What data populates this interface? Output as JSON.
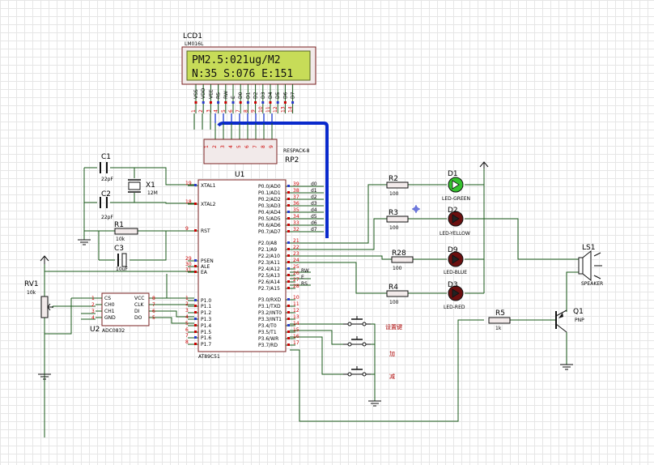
{
  "lcd": {
    "ref": "LCD1",
    "model": "LM016L",
    "line1": "PM2.5:021ug/M2",
    "line2": "N:35 S:076 E:151",
    "pins": [
      "VSS",
      "VDD",
      "VEE",
      "RS",
      "RW",
      "E",
      "D0",
      "D1",
      "D2",
      "D3",
      "D4",
      "D5",
      "D6",
      "D7"
    ],
    "pin_numbers": [
      "1",
      "2",
      "3",
      "4",
      "5",
      "6",
      "7",
      "8",
      "9",
      "10",
      "11",
      "12",
      "13",
      "14"
    ]
  },
  "respack": {
    "ref": "RP2",
    "model": "RESPACK-8",
    "pin_nums": [
      "1",
      "2",
      "3",
      "4",
      "5",
      "6",
      "7",
      "8",
      "9"
    ]
  },
  "mcu": {
    "ref": "U1",
    "model": "AT89C51",
    "left_pins": [
      {
        "num": "19",
        "name": "XTAL1"
      },
      {
        "num": "18",
        "name": "XTAL2"
      },
      {
        "num": "9",
        "name": "RST"
      },
      {
        "num": "29",
        "name": "PSEN"
      },
      {
        "num": "30",
        "name": "ALE"
      },
      {
        "num": "31",
        "name": "EA"
      },
      {
        "num": "1",
        "name": "P1.0"
      },
      {
        "num": "2",
        "name": "P1.1"
      },
      {
        "num": "3",
        "name": "P1.2"
      },
      {
        "num": "4",
        "name": "P1.3"
      },
      {
        "num": "5",
        "name": "P1.4"
      },
      {
        "num": "6",
        "name": "P1.5"
      },
      {
        "num": "7",
        "name": "P1.6"
      },
      {
        "num": "8",
        "name": "P1.7"
      }
    ],
    "right_pins": [
      {
        "num": "39",
        "name": "P0.0/AD0"
      },
      {
        "num": "38",
        "name": "P0.1/AD1"
      },
      {
        "num": "37",
        "name": "P0.2/AD2"
      },
      {
        "num": "36",
        "name": "P0.3/AD3"
      },
      {
        "num": "35",
        "name": "P0.4/AD4"
      },
      {
        "num": "34",
        "name": "P0.5/AD5"
      },
      {
        "num": "33",
        "name": "P0.6/AD6"
      },
      {
        "num": "32",
        "name": "P0.7/AD7"
      },
      {
        "num": "21",
        "name": "P2.0/A8"
      },
      {
        "num": "22",
        "name": "P2.1/A9"
      },
      {
        "num": "23",
        "name": "P2.2/A10"
      },
      {
        "num": "24",
        "name": "P2.3/A11"
      },
      {
        "num": "25",
        "name": "P2.4/A12"
      },
      {
        "num": "26",
        "name": "P2.5/A13"
      },
      {
        "num": "27",
        "name": "P2.6/A14"
      },
      {
        "num": "28",
        "name": "P2.7/A15"
      },
      {
        "num": "10",
        "name": "P3.0/RXD"
      },
      {
        "num": "11",
        "name": "P3.1/TXD"
      },
      {
        "num": "12",
        "name": "P3.2/INT0"
      },
      {
        "num": "13",
        "name": "P3.3/INT1"
      },
      {
        "num": "14",
        "name": "P3.4/T0"
      },
      {
        "num": "15",
        "name": "P3.5/T1"
      },
      {
        "num": "16",
        "name": "P3.6/WR"
      },
      {
        "num": "17",
        "name": "P3.7/RD"
      }
    ],
    "bus_labels": [
      "d0",
      "d1",
      "d2",
      "d3",
      "d4",
      "d5",
      "d6",
      "d7"
    ],
    "net_labels": [
      "RW",
      "E",
      "RS"
    ]
  },
  "adc": {
    "ref": "U2",
    "model": "ADC0832",
    "left_pins": [
      {
        "num": "1",
        "name": "CS"
      },
      {
        "num": "2",
        "name": "CH0"
      },
      {
        "num": "3",
        "name": "CH1"
      },
      {
        "num": "4",
        "name": "GND"
      }
    ],
    "right_pins": [
      {
        "num": "8",
        "name": "VCC"
      },
      {
        "num": "7",
        "name": "CLK"
      },
      {
        "num": "6",
        "name": "DI"
      },
      {
        "num": "5",
        "name": "DO"
      }
    ]
  },
  "components": {
    "c1": {
      "ref": "C1",
      "value": "22pF"
    },
    "c2": {
      "ref": "C2",
      "value": "22pF"
    },
    "x1": {
      "ref": "X1",
      "value": "12M"
    },
    "r1": {
      "ref": "R1",
      "value": "10k"
    },
    "c3": {
      "ref": "C3",
      "value": "10uF"
    },
    "rv1": {
      "ref": "RV1",
      "value": "10k"
    },
    "r2": {
      "ref": "R2",
      "value": "100"
    },
    "r3": {
      "ref": "R3",
      "value": "100"
    },
    "r28": {
      "ref": "R28",
      "value": "100"
    },
    "r4": {
      "ref": "R4",
      "value": "100"
    },
    "r5": {
      "ref": "R5",
      "value": "1k"
    },
    "d1": {
      "ref": "D1",
      "value": "LED-GREEN"
    },
    "d2": {
      "ref": "D2",
      "value": "LED-YELLOW"
    },
    "d9": {
      "ref": "D9",
      "value": "LED-BLUE"
    },
    "d3": {
      "ref": "D3",
      "value": "LED-RED"
    },
    "ls1": {
      "ref": "LS1",
      "value": "SPEAKER"
    },
    "q1": {
      "ref": "Q1",
      "value": "PNP"
    }
  },
  "buttons": [
    "设置键",
    "加",
    "减"
  ],
  "colors": {
    "wire": "#1a5a1a",
    "bus": "#0a2acc",
    "chip_border": "#7a2020",
    "lcd_screen": "#c7dc58",
    "pin_red": "#cc0000",
    "pin_blue": "#2a3acc",
    "led_green": "#35c22e",
    "led_off": "#6b0f0f"
  }
}
